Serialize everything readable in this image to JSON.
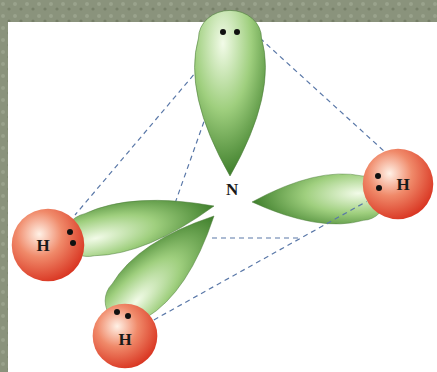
{
  "diagram": {
    "nodes": [
      {
        "text": [
          "H"
        ]
      },
      {
        "text": [
          "H"
        ]
      },
      {
        "text": [
          "H"
        ]
      }
    ],
    "edges": [
      {
        "from": 1,
        "to": 2,
        "arrow": "none"
      }
    ],
    "labels": [
      "N"
    ]
  }
}
